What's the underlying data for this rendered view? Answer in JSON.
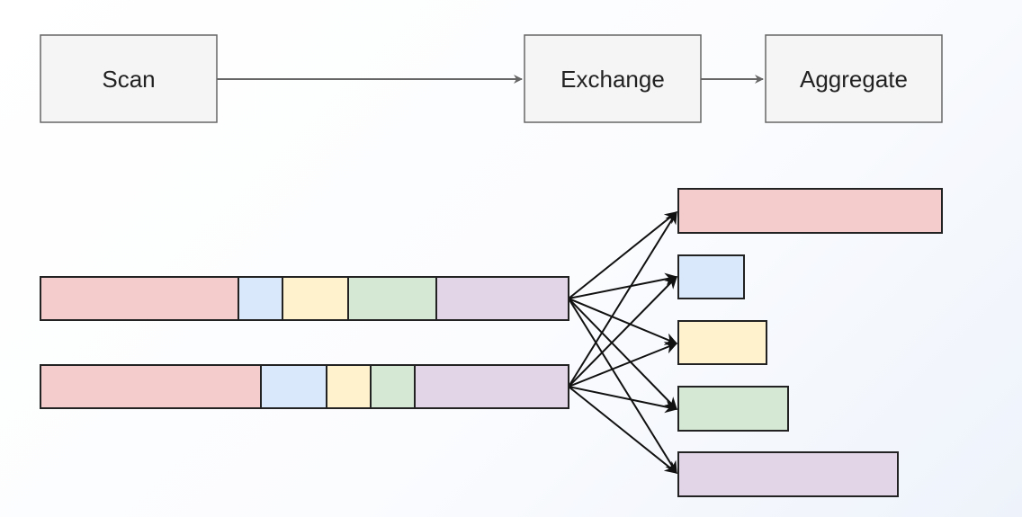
{
  "pipeline": {
    "nodes": [
      {
        "id": "scan",
        "label": "Scan"
      },
      {
        "id": "exchange",
        "label": "Exchange"
      },
      {
        "id": "aggregate",
        "label": "Aggregate"
      }
    ]
  },
  "partition_colors": {
    "red": "#f4cccc",
    "blue": "#dae8fc",
    "yellow": "#fff2cc",
    "green": "#d5e8d4",
    "purple": "#e1d5e7"
  },
  "node_fill": "#f5f5f5",
  "node_stroke": "#666666",
  "edge_color": "#666666",
  "segment_stroke": "#222222"
}
